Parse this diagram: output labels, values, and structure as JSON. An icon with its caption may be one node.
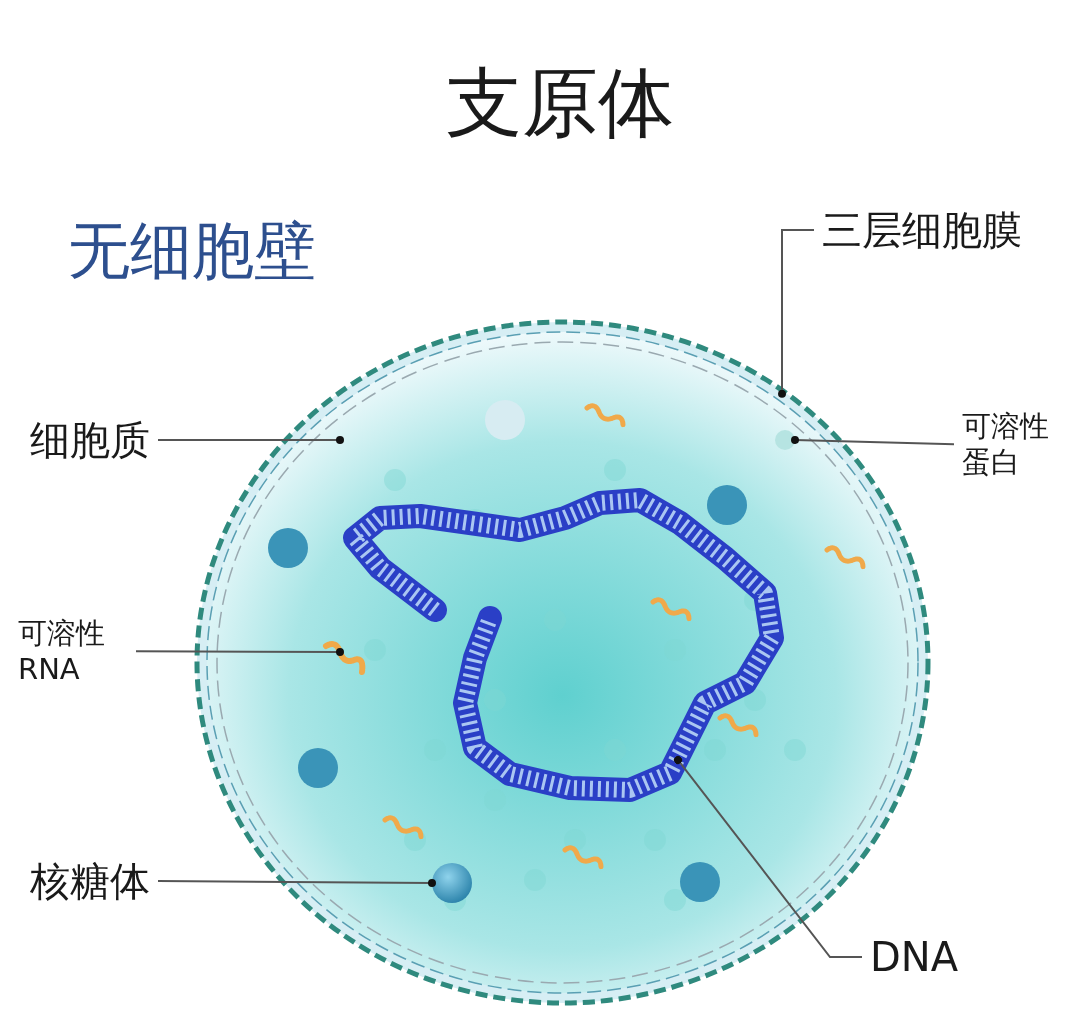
{
  "diagram": {
    "title": "支原体",
    "nodes": [
      {
        "text": [
          "三层细胞膜"
        ]
      },
      {
        "text": [],
        "shape": "circle"
      },
      {
        "text": [
          "细胞质"
        ]
      },
      {
        "text": [
          "可溶性蛋白"
        ]
      },
      {
        "text": [],
        "shape": "circle",
        "in": 1
      },
      {
        "text": [
          "可溶性 RNA"
        ]
      },
      {
        "text": [],
        "shape": "picture",
        "in": 1
      },
      {
        "text": [
          "核糖体"
        ]
      },
      {
        "text": [],
        "shape": "circle",
        "in": 1
      },
      {
        "text": [
          "DNA"
        ]
      },
      {
        "text": [],
        "shape": "picture",
        "in": 1
      }
    ],
    "edges": [
      {
        "from": 0,
        "to": 1,
        "arrow": "other"
      },
      {
        "from": 2,
        "to": null,
        "arrow": "other"
      },
      {
        "from": 3,
        "to": 4,
        "arrow": "other"
      },
      {
        "from": 5,
        "to": 6,
        "arrow": "other"
      },
      {
        "from": 7,
        "to": 8,
        "arrow": "other"
      },
      {
        "from": 9,
        "to": 10,
        "arrow": "other"
      }
    ],
    "labels": [
      "无细胞壁"
    ]
  }
}
